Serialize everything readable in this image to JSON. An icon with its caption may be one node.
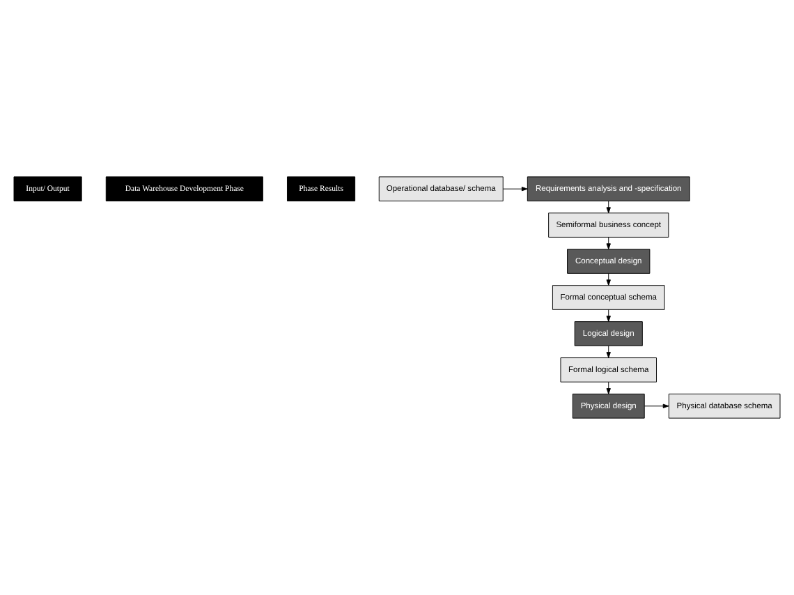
{
  "diagram": {
    "nodes": [
      {
        "text": [
          "Input/ Output"
        ]
      },
      {
        "text": [
          "Data Warehouse Development Phase"
        ]
      },
      {
        "text": [
          "Phase Results"
        ]
      },
      {
        "text": [
          "Operational database/ schema"
        ]
      },
      {
        "text": [
          "Requirements analysis and -specification"
        ]
      },
      {
        "text": [
          "Semiformal business concept"
        ]
      },
      {
        "text": [
          "Conceptual design"
        ]
      },
      {
        "text": [
          "Formal conceptual schema"
        ]
      },
      {
        "text": [
          "Logical design"
        ]
      },
      {
        "text": [
          "Formal logical schema"
        ]
      },
      {
        "text": [
          "Physical database schema"
        ]
      },
      {
        "text": [
          "Physical design"
        ]
      }
    ],
    "edges": [
      {
        "from": 3,
        "to": 4,
        "arrow": "to"
      },
      {
        "from": 4,
        "to": 5,
        "arrow": "to"
      },
      {
        "from": 5,
        "to": 6,
        "arrow": "to"
      },
      {
        "from": 6,
        "to": 7,
        "arrow": "to"
      },
      {
        "from": 7,
        "to": 8,
        "arrow": "to"
      },
      {
        "from": 8,
        "to": 9,
        "arrow": "to"
      },
      {
        "from": 9,
        "to": 11,
        "arrow": "to"
      },
      {
        "from": 11,
        "to": 10,
        "arrow": "to"
      }
    ]
  }
}
